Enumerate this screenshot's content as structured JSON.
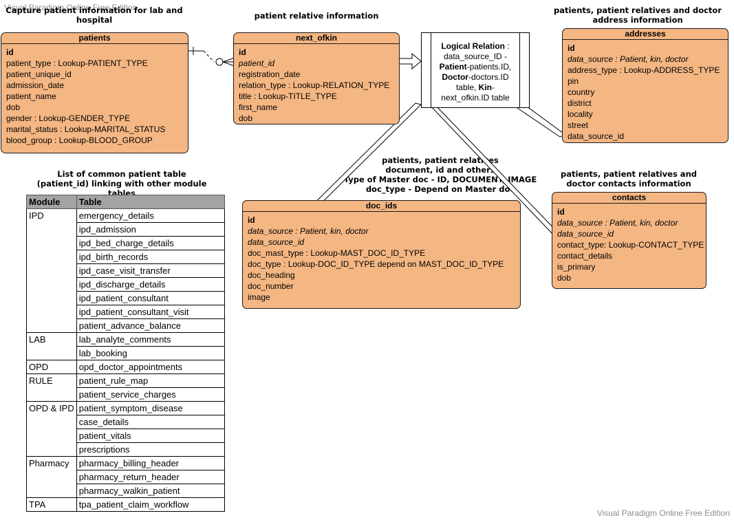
{
  "watermark_top": "Visual Paradigm Online Free Edition",
  "watermark_bottom": "Visual Paradigm Online Free Edition",
  "captions": {
    "patients": "Capture patient information for lab and hospital",
    "next_ofkin": "patient relative information",
    "addresses": "patients, patient relatives and doctor address information",
    "doc_ids_1": "patients, patient relatives",
    "doc_ids_2": "document, id and others",
    "doc_ids_3": "Type of Master doc - ID, DOCUMENT, IMAGE",
    "doc_ids_4": "doc_type - Depend on Master doc",
    "contacts": "patients, patient relatives and doctor contacts information",
    "table": "List of common patient table (patient_id) linking with other module tables"
  },
  "entities": {
    "patients": {
      "title": "patients",
      "fields": [
        "id",
        "patient_type : Lookup-PATIENT_TYPE",
        "patient_unique_id",
        "admission_date",
        "patient_name",
        "dob",
        "gender : Lookup-GENDER_TYPE",
        "marital_status : Lookup-MARITAL_STATUS",
        "blood_group : Lookup-BLOOD_GROUP"
      ]
    },
    "next_ofkin": {
      "title": "next_ofkin",
      "fields": [
        "id",
        "patient_id",
        "registration_date",
        "relation_type : Lookup-RELATION_TYPE",
        "title : Lookup-TITLE_TYPE",
        "first_name",
        "dob"
      ]
    },
    "addresses": {
      "title": "addresses",
      "fields": [
        "id",
        "data_source : Patient, kin, doctor",
        "address_type : Lookup-ADDRESS_TYPE",
        "pin",
        "country",
        "district",
        "locality",
        "street",
        "data_source_id"
      ]
    },
    "doc_ids": {
      "title": "doc_ids",
      "fields": [
        "id",
        "data_source : Patient, kin, doctor",
        "data_source_id",
        "doc_mast_type : Lookup-MAST_DOC_ID_TYPE",
        "doc_type : Lookup-DOC_ID_TYPE depend on MAST_DOC_ID_TYPE",
        "doc_heading",
        "doc_number",
        "image"
      ]
    },
    "contacts": {
      "title": "contacts",
      "fields": [
        "id",
        "data_source : Patient, kin, doctor",
        "data_source_id",
        "contact_type: Lookup-CONTACT_TYPE",
        "contact_details",
        "is_primary",
        "dob"
      ]
    }
  },
  "logical_relation": {
    "title": "Logical Relation",
    "sep": " :",
    "line1": "data_source_ID -",
    "patient_label": "Patient",
    "patient_text": "-patients.ID,",
    "doctor_label": "Doctor",
    "doctor_text": "-doctors.ID",
    "line4": "table, ",
    "kin_label": "Kin",
    "kin_dash": "-",
    "line5": "next_ofkin.ID table"
  },
  "module_table": {
    "headers": [
      "Module",
      "Table"
    ],
    "rows": [
      [
        "IPD",
        "emergency_details"
      ],
      [
        "",
        "ipd_admission"
      ],
      [
        "",
        "ipd_bed_charge_details"
      ],
      [
        "",
        "ipd_birth_records"
      ],
      [
        "",
        "ipd_case_visit_transfer"
      ],
      [
        "",
        "ipd_discharge_details"
      ],
      [
        "",
        "ipd_patient_consultant"
      ],
      [
        "",
        "ipd_patient_consultant_visit"
      ],
      [
        "",
        "patient_advance_balance"
      ],
      [
        "LAB",
        "lab_analyte_comments"
      ],
      [
        "",
        "lab_booking"
      ],
      [
        "OPD",
        "opd_doctor_appointments"
      ],
      [
        "RULE",
        "patient_rule_map"
      ],
      [
        "",
        "patient_service_charges"
      ],
      [
        "OPD & IPD",
        "patient_symptom_disease"
      ],
      [
        "",
        "case_details"
      ],
      [
        "",
        "patient_vitals"
      ],
      [
        "",
        "prescriptions"
      ],
      [
        "Pharmacy",
        "pharmacy_billing_header"
      ],
      [
        "",
        "pharmacy_return_header"
      ],
      [
        "",
        "pharmacy_walkin_patient"
      ],
      [
        "TPA",
        "tpa_patient_claim_workflow"
      ]
    ]
  }
}
